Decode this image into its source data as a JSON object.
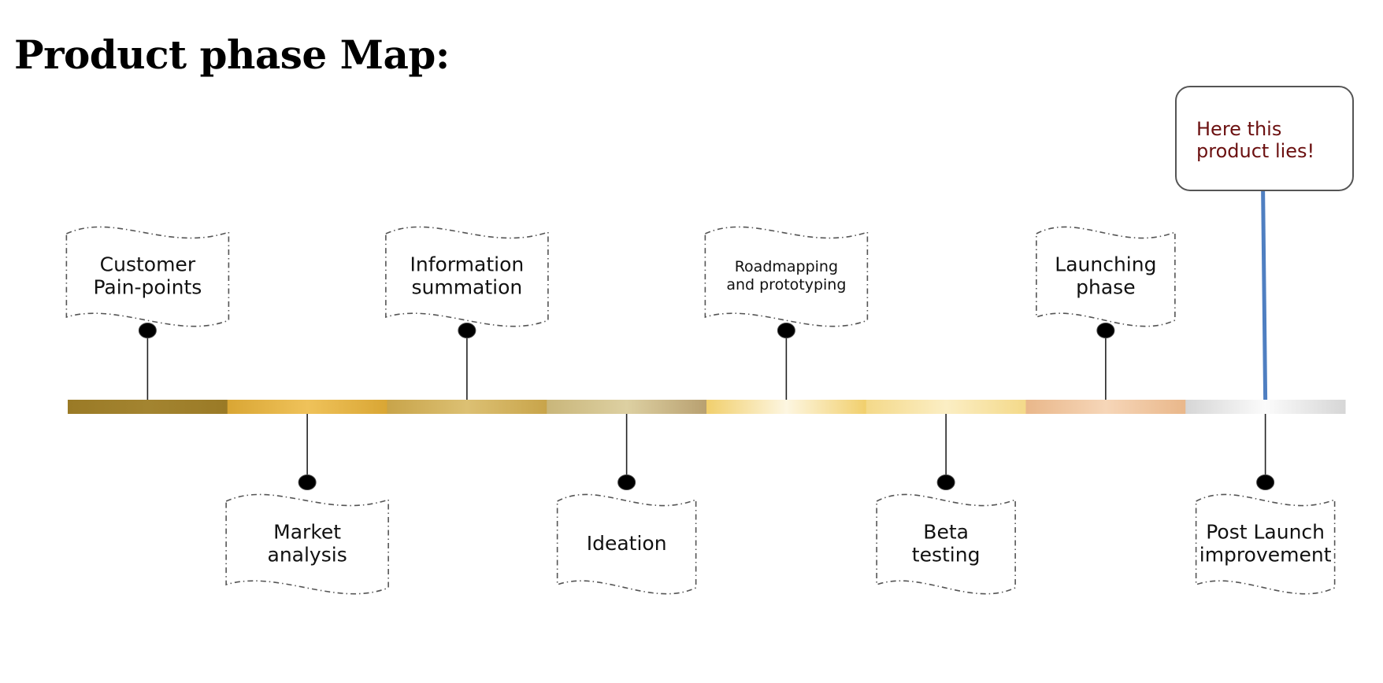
{
  "title": "Product phase Map:",
  "colors": {
    "segments": [
      [
        "#9a7a26",
        "#a38430",
        "#9a7a26"
      ],
      [
        "#d9a634",
        "#efc25a",
        "#d9a634"
      ],
      [
        "#c8a44a",
        "#dcc073",
        "#c8a44a"
      ],
      [
        "#c9b67a",
        "#ddd0a2",
        "#b8a070"
      ],
      [
        "#f1cf6c",
        "#fdf6e1",
        "#f1cf6c"
      ],
      [
        "#f4d989",
        "#fbeec4",
        "#f4d989"
      ],
      [
        "#e9b78a",
        "#f6d6b8",
        "#e9b78a"
      ],
      [
        "#d6d6d6",
        "#fbfbfb",
        "#d6d6d6"
      ]
    ],
    "pointer": "#4f7fc1",
    "callout_text": "#6b1010"
  },
  "callout": {
    "lines": [
      "Here this",
      "product lies!"
    ]
  },
  "phases": [
    {
      "id": "customer-pain-points",
      "position": "above",
      "lines": [
        "Customer",
        "Pain-points"
      ]
    },
    {
      "id": "market-analysis",
      "position": "below",
      "lines": [
        "Market",
        "analysis"
      ]
    },
    {
      "id": "information-summation",
      "position": "above",
      "lines": [
        "Information",
        "summation"
      ]
    },
    {
      "id": "ideation",
      "position": "below",
      "lines": [
        "Ideation"
      ]
    },
    {
      "id": "roadmapping-and-prototyping",
      "position": "above",
      "lines": [
        "Roadmapping",
        "and prototyping"
      ]
    },
    {
      "id": "beta-testing",
      "position": "below",
      "lines": [
        "Beta",
        "testing"
      ]
    },
    {
      "id": "launching-phase",
      "position": "above",
      "lines": [
        "Launching",
        "phase"
      ]
    },
    {
      "id": "post-launch-improvement",
      "position": "below",
      "lines": [
        "Post Launch",
        "improvement"
      ]
    }
  ],
  "current_phase_index": 7
}
